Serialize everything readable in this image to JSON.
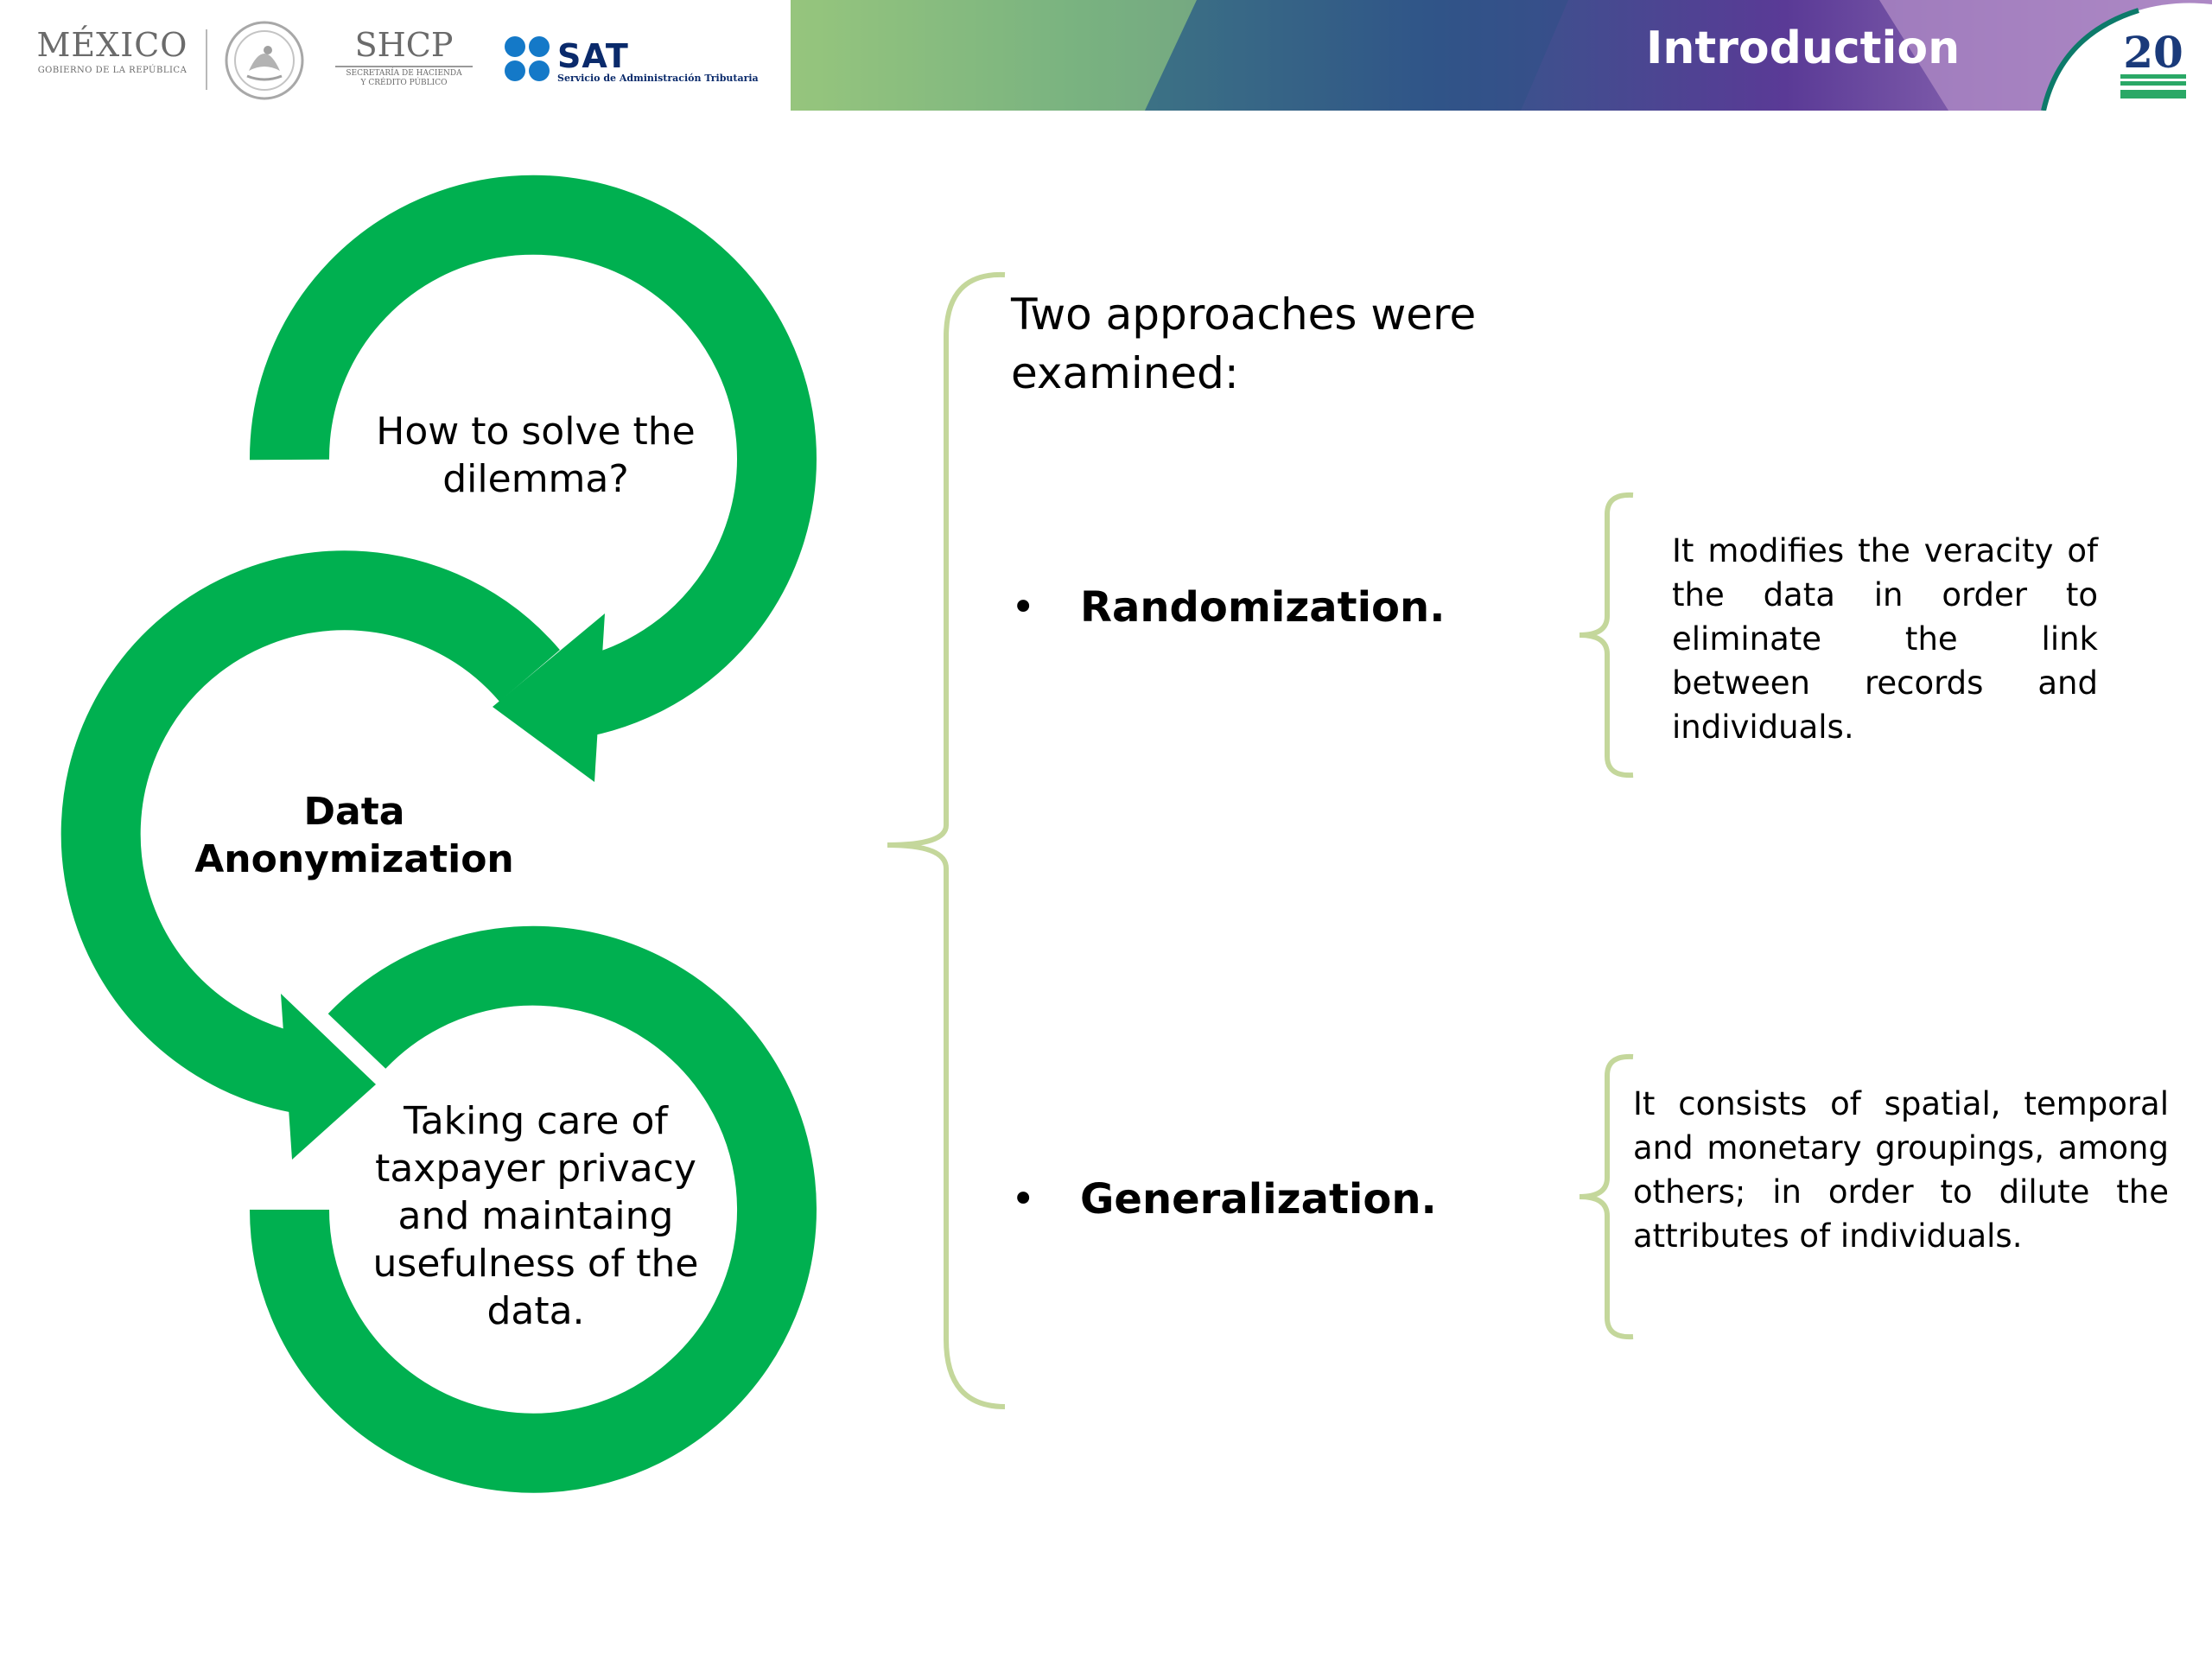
{
  "header": {
    "logo_mexico": "MÉXICO",
    "logo_mexico_sub": "GOBIERNO DE LA REPÚBLICA",
    "logo_shcp": "SHCP",
    "logo_shcp_sub1": "SECRETARÍA DE HACIENDA",
    "logo_shcp_sub2": "Y CRÉDITO PÚBLICO",
    "logo_sat": "SAT",
    "logo_sat_sub": "Servicio de Administración Tributaria",
    "title": "Introduction",
    "badge_number": "20"
  },
  "cycle": {
    "top": "How to solve the dilemma?",
    "middle": "Data Anonymization",
    "bottom": "Taking care of taxpayer privacy and maintaing usefulness of the data.",
    "color": "#00b050"
  },
  "approaches": {
    "intro": "Two approaches were examined:",
    "bullet_symbol": "•",
    "items": [
      {
        "label": "Randomization.",
        "description": "It modifies the veracity of the data in order to eliminate the link between records and individuals."
      },
      {
        "label": "Generalization.",
        "description": "It consists of spatial, temporal and monetary groupings, among others; in order to dilute the attributes of individuals."
      }
    ],
    "brace_color": "#c4d79b"
  }
}
